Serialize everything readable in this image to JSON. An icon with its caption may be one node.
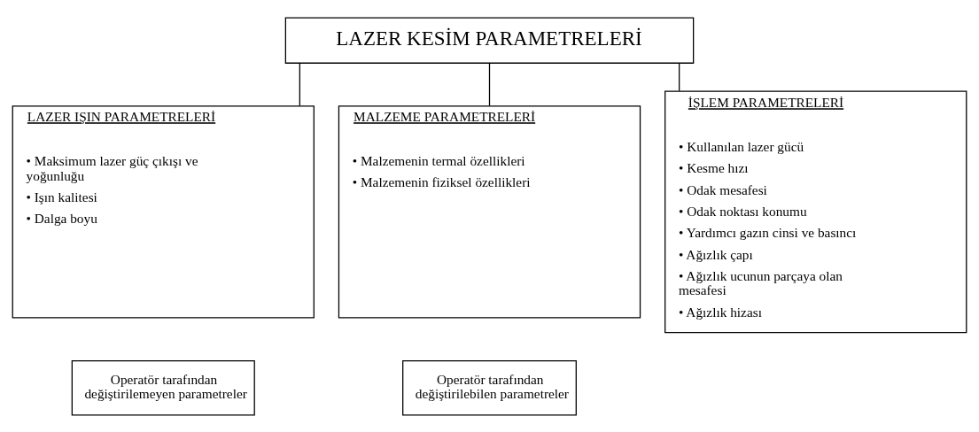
{
  "diagram": {
    "nodes": [
      {
        "text": [
          "LAZER KESİM PARAMETRELERİ"
        ]
      },
      {
        "text": [
          "LAZER IŞIN PARAMETRELERİ",
          "• Maksimum lazer güç çıkışı ve yoğunluğu",
          "• Işın kalitesi",
          "• Dalga boyu"
        ]
      },
      {
        "text": [
          "MALZEME PARAMETRELERİ",
          "• Malzemenin termal özellikleri",
          "• Malzemenin fiziksel özellikleri"
        ]
      },
      {
        "text": [
          "İŞLEM PARAMETRELERİ",
          "• Kullanılan lazer gücü",
          "• Kesme hızı",
          "• Odak mesafesi",
          "• Odak noktası konumu",
          "• Yardımcı gazın cinsi ve basıncı",
          "• Ağızlık çapı",
          "• Ağızlık ucunun parçaya olan mesafesi",
          "• Ağızlık hizası"
        ]
      },
      {
        "text": [
          "Operatör tarafından değiştirilemeyen parametreler"
        ]
      },
      {
        "text": [
          "Operatör tarafından değiştirilebilen parametreler"
        ]
      }
    ],
    "edges": [
      {
        "from": 0,
        "to": 1,
        "arrow": "none"
      },
      {
        "from": 0,
        "to": 2,
        "arrow": "none"
      },
      {
        "from": 0,
        "to": 3,
        "arrow": "none"
      }
    ]
  }
}
